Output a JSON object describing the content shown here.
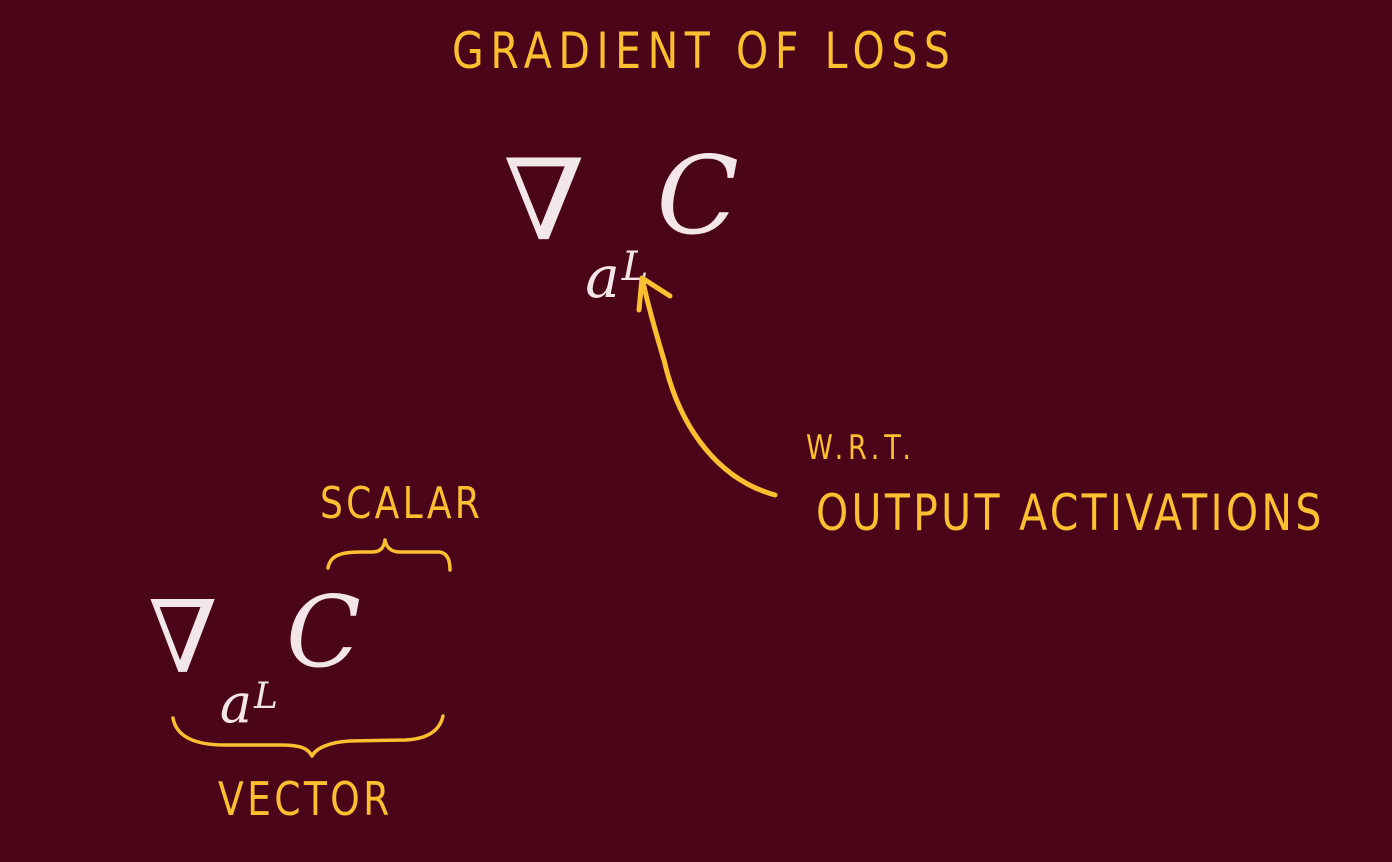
{
  "colors": {
    "background": "#4b0519",
    "annotation": "#fbbf2f",
    "math": "#f3e6e8"
  },
  "title": "GRADIENT OF LOSS",
  "top_formula": {
    "operator": "∇",
    "subscript_base": "a",
    "subscript_superscript": "L",
    "function": "C"
  },
  "arrow_annotation": {
    "line1": "W.R.T.",
    "line2": "OUTPUT ACTIVATIONS"
  },
  "bottom_formula": {
    "operator": "∇",
    "subscript_base": "a",
    "subscript_superscript": "L",
    "function": "C"
  },
  "brace_labels": {
    "top": "SCALAR",
    "bottom": "VECTOR"
  }
}
